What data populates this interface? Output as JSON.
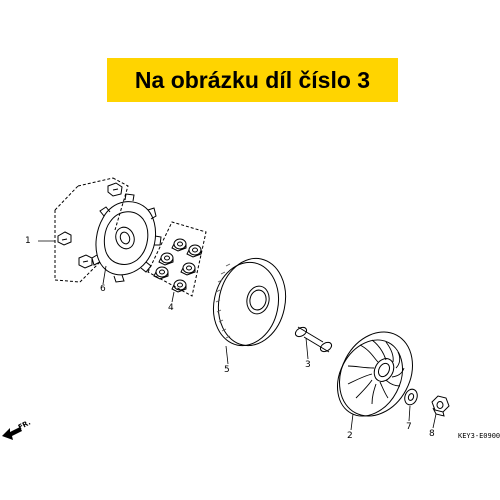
{
  "banner": {
    "text": "Na obrázku díl číslo 3",
    "background": "#ffd400"
  },
  "callouts": [
    {
      "id": "1",
      "label": "1"
    },
    {
      "id": "6",
      "label": "6"
    },
    {
      "id": "4",
      "label": "4"
    },
    {
      "id": "5",
      "label": "5"
    },
    {
      "id": "3",
      "label": "3"
    },
    {
      "id": "2",
      "label": "2"
    },
    {
      "id": "7",
      "label": "7"
    },
    {
      "id": "8",
      "label": "8"
    }
  ],
  "direction": {
    "label": "FR.",
    "icon": "front-arrow-icon"
  },
  "reference_code": "KEY3-E0900",
  "colors": {
    "line": "#000000",
    "hatch": "#555555"
  }
}
